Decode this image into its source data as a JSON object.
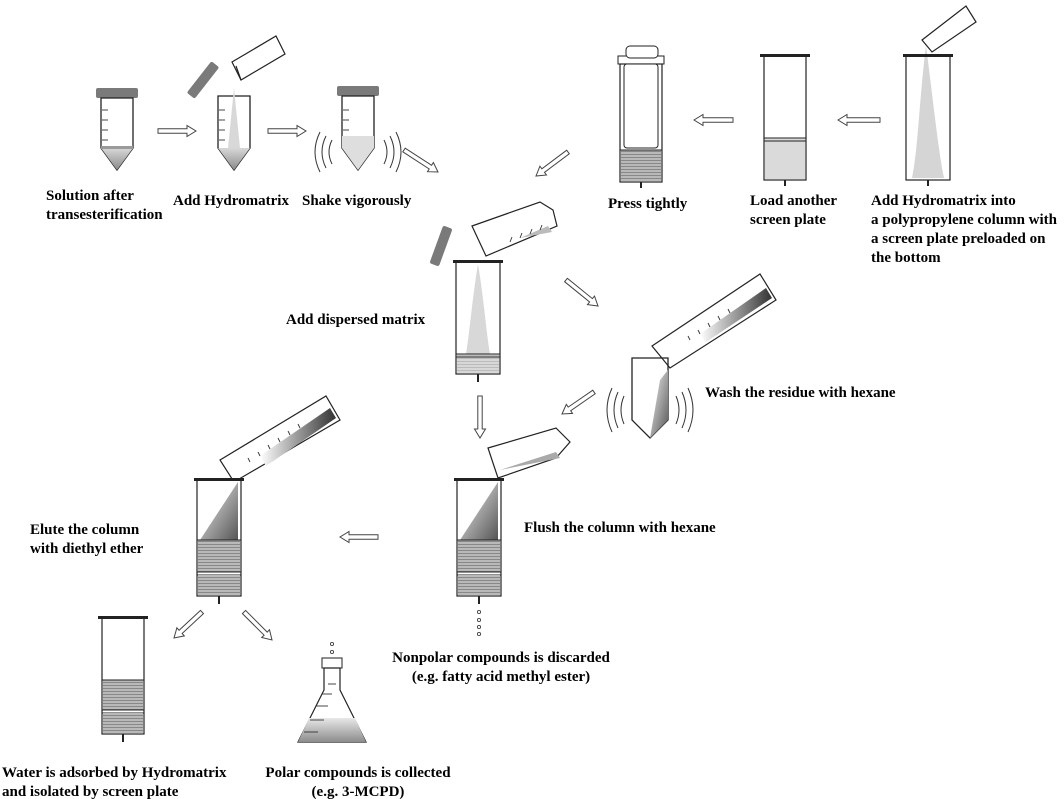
{
  "steps": {
    "solution": [
      "Solution after",
      "transesterification"
    ],
    "add_hydromatrix": [
      "Add Hydromatrix"
    ],
    "shake": [
      "Shake vigorously"
    ],
    "press": [
      "Press tightly"
    ],
    "load_plate": [
      "Load another",
      "screen plate"
    ],
    "add_column": [
      "Add Hydromatrix into",
      "a polypropylene column with",
      "a screen plate preloaded on",
      "the bottom"
    ],
    "dispersed": [
      "Add dispersed matrix"
    ],
    "wash": [
      "Wash the residue with hexane"
    ],
    "flush": [
      "Flush the column with hexane"
    ],
    "elute": [
      "Elute the column",
      "with diethyl ether"
    ],
    "nonpolar": [
      "Nonpolar compounds is discarded",
      "(e.g. fatty acid methyl ester)"
    ],
    "water": [
      "Water is adsorbed by Hydromatrix",
      "and  isolated by screen plate"
    ],
    "polar": [
      "Polar compounds is collected",
      "(e.g. 3-MCPD)"
    ]
  },
  "colors": {
    "liquid_grey": "#b8b8b8",
    "matrix_light": "#dcdcdc",
    "matrix_hatched": "#9a9a9a",
    "cap": "#7a7a7a",
    "hexane_dark": "#444444"
  }
}
